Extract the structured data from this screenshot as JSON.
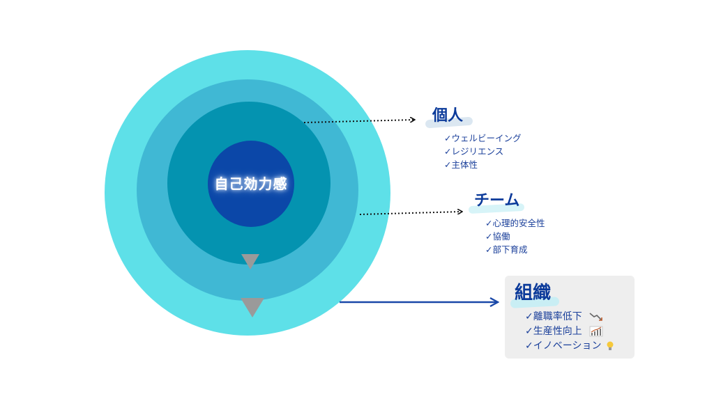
{
  "core": {
    "label": "自己効力感"
  },
  "levels": [
    {
      "title": "個人",
      "items": [
        "✓ウェルビーイング",
        "✓レジリエンス",
        "✓主体性"
      ]
    },
    {
      "title": "チーム",
      "items": [
        "✓心理的安全性",
        "✓協働",
        "✓部下育成"
      ]
    },
    {
      "title": "組織",
      "items": [
        "✓離職率低下",
        "✓生産性向上",
        "✓イノベーション"
      ]
    }
  ],
  "icons": {
    "org_item_0": "chart-decreasing-icon",
    "org_item_1": "chart-increasing-icon",
    "org_item_2": "lightbulb-icon"
  },
  "colors": {
    "outer_ring": "#5ee0e8",
    "middle_ring": "#40b8d4",
    "inner_ring": "#0493b0",
    "core": "#0b47a8",
    "title_text": "#0b3a9a",
    "item_text": "#1a3f9a",
    "arrow": "#1a48a8",
    "org_box_bg": "#eeeeee"
  }
}
